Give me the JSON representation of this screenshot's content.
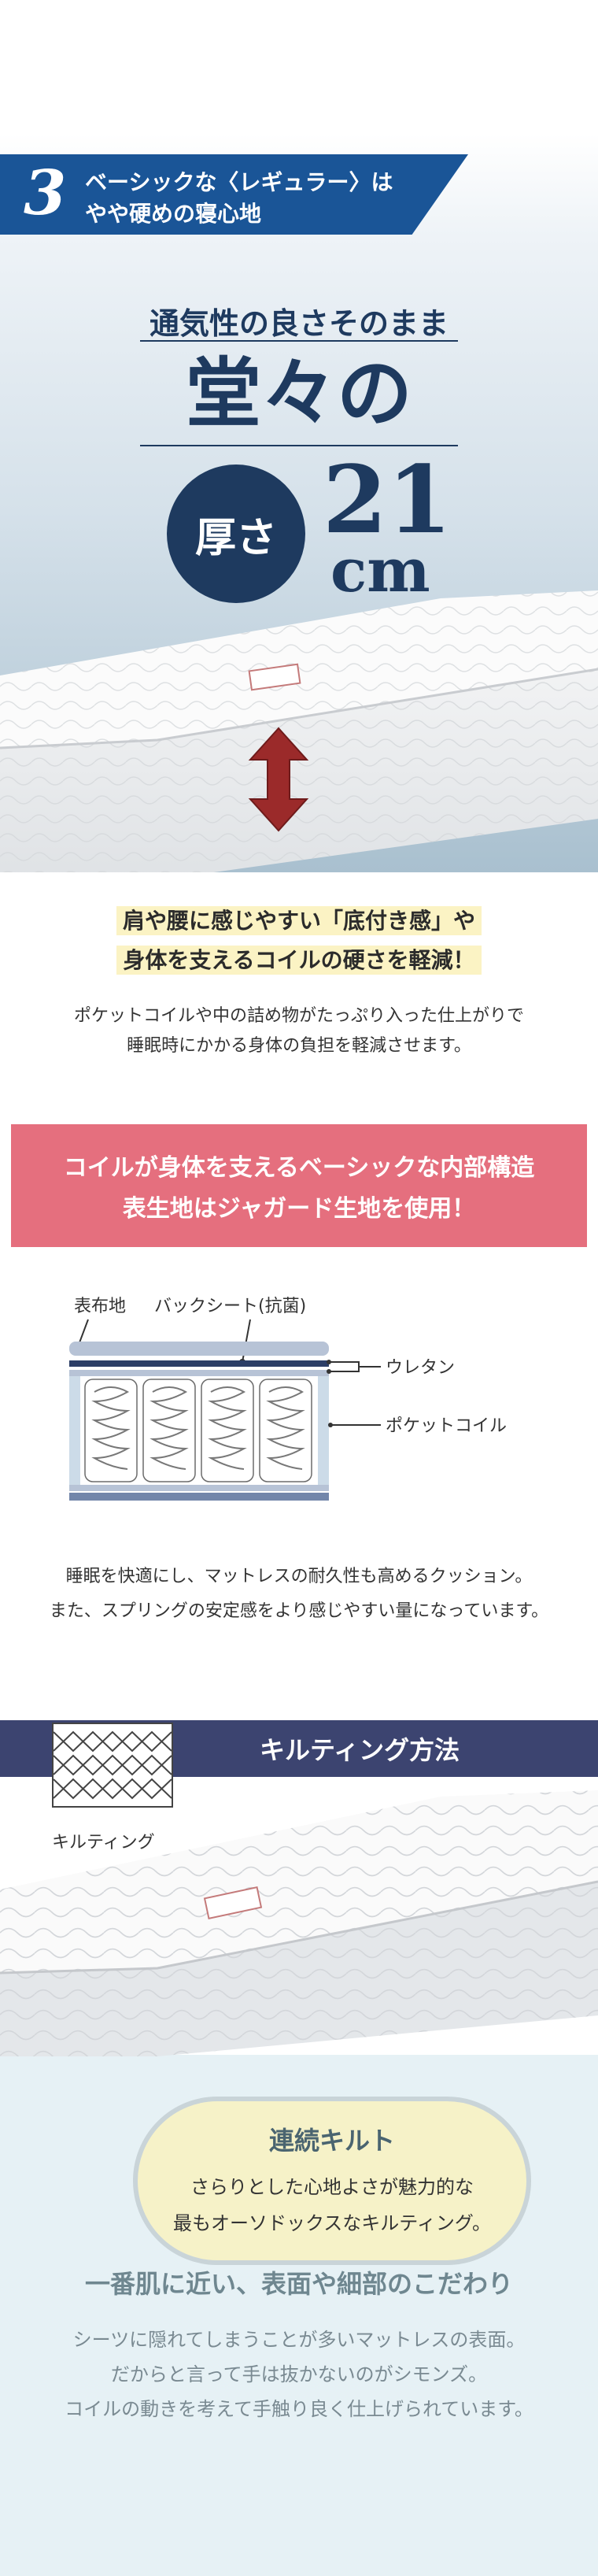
{
  "section1": {
    "badge_number": "3",
    "badge_line1": "ベーシックな〈レギュラー〉は",
    "badge_line2": "やや硬めの寝心地",
    "subtitle": "通気性の良さそのまま",
    "headline": "堂々の",
    "circle_text": "厚さ",
    "thickness_value": "21",
    "thickness_unit": "cm"
  },
  "section2": {
    "heading_line1": "肩や腰に感じやすい「底付き感」や",
    "heading_line2": "身体を支えるコイルの硬さを軽減！",
    "text_line1": "ポケットコイルや中の詰め物がたっぷり入った仕上がりで",
    "text_line2": "睡眠時にかかる身体の負担を軽減させます。"
  },
  "section3": {
    "banner_line1": "コイルが身体を支えるベーシックな内部構造",
    "banner_line2": "表生地はジャガード生地を使用！",
    "diagram_labels": {
      "outer_fabric": "表布地",
      "back_sheet": "バックシート(抗菌)",
      "urethane": "ウレタン",
      "pocket_coil": "ポケットコイル"
    },
    "text_line1": "睡眠を快適にし、マットレスの耐久性も高めるクッション。",
    "text_line2": "また、スプリングの安定感をより感じやすい量になっています。"
  },
  "section4": {
    "header_title": "キルティング方法",
    "quilting_label": "キルティング",
    "pill_title": "連続キルト",
    "pill_line1": "さらりとした心地よさが魅力的な",
    "pill_line2": "最もオーソドックスなキルティング。",
    "heading": "一番肌に近い、表面や細部のこだわり",
    "text_line1": "シーツに隠れてしまうことが多いマットレスの表面。",
    "text_line2": "だからと言って手は抜かないのがシモンズ。",
    "text_line3": "コイルの動きを考えて手触り良く仕上げられています。"
  },
  "colors": {
    "badge_blue": "#1a5597",
    "navy_text": "#1e3a5f",
    "highlight_yellow": "#fbf3c4",
    "banner_pink": "#e56f7e",
    "arrow_red": "#9b2a2a",
    "header_navy": "#3c4470",
    "light_blue_bg": "#e6f1f5"
  }
}
